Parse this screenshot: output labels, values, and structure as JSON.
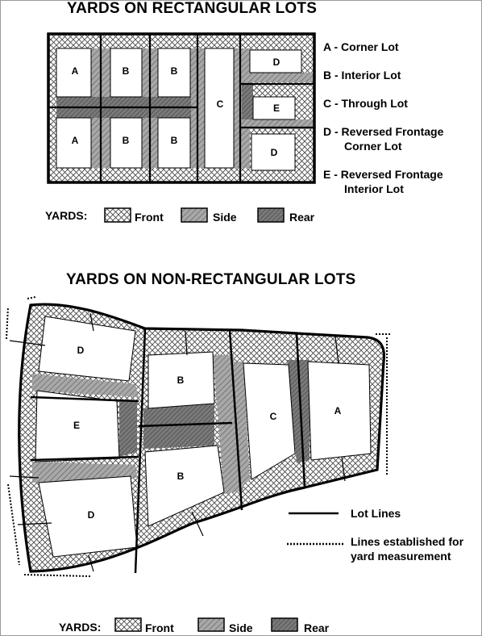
{
  "titles": {
    "rectangular": "YARDS ON RECTANGULAR LOTS",
    "non_rectangular": "YARDS ON NON-RECTANGULAR LOTS"
  },
  "lot_types": [
    {
      "letter": "A",
      "lines": [
        "A - Corner Lot"
      ]
    },
    {
      "letter": "B",
      "lines": [
        "B - Interior Lot"
      ]
    },
    {
      "letter": "C",
      "lines": [
        "C - Through Lot"
      ]
    },
    {
      "letter": "D",
      "lines": [
        "D - Reversed Frontage",
        "Corner Lot"
      ]
    },
    {
      "letter": "E",
      "lines": [
        "E - Reversed Frontage",
        "Interior Lot"
      ]
    }
  ],
  "yard_legend": {
    "label": "YARDS:",
    "front": "Front",
    "side": "Side",
    "rear": "Rear"
  },
  "line_legend": {
    "lot_lines": "Lot Lines",
    "established_line1": "Lines established for",
    "established_line2": "yard measurement"
  },
  "rect_lot_labels": [
    "A",
    "B",
    "B",
    "C",
    "D",
    "E",
    "A",
    "B",
    "B",
    "D"
  ],
  "nonrect_lot_labels": [
    "D",
    "B",
    "C",
    "A",
    "E",
    "B",
    "D"
  ],
  "colors": {
    "line": "#000000",
    "front_pattern": "#555555",
    "side_fill": "#9b9b9b",
    "rear_fill": "#6e6e6e",
    "house": "#ffffff"
  }
}
